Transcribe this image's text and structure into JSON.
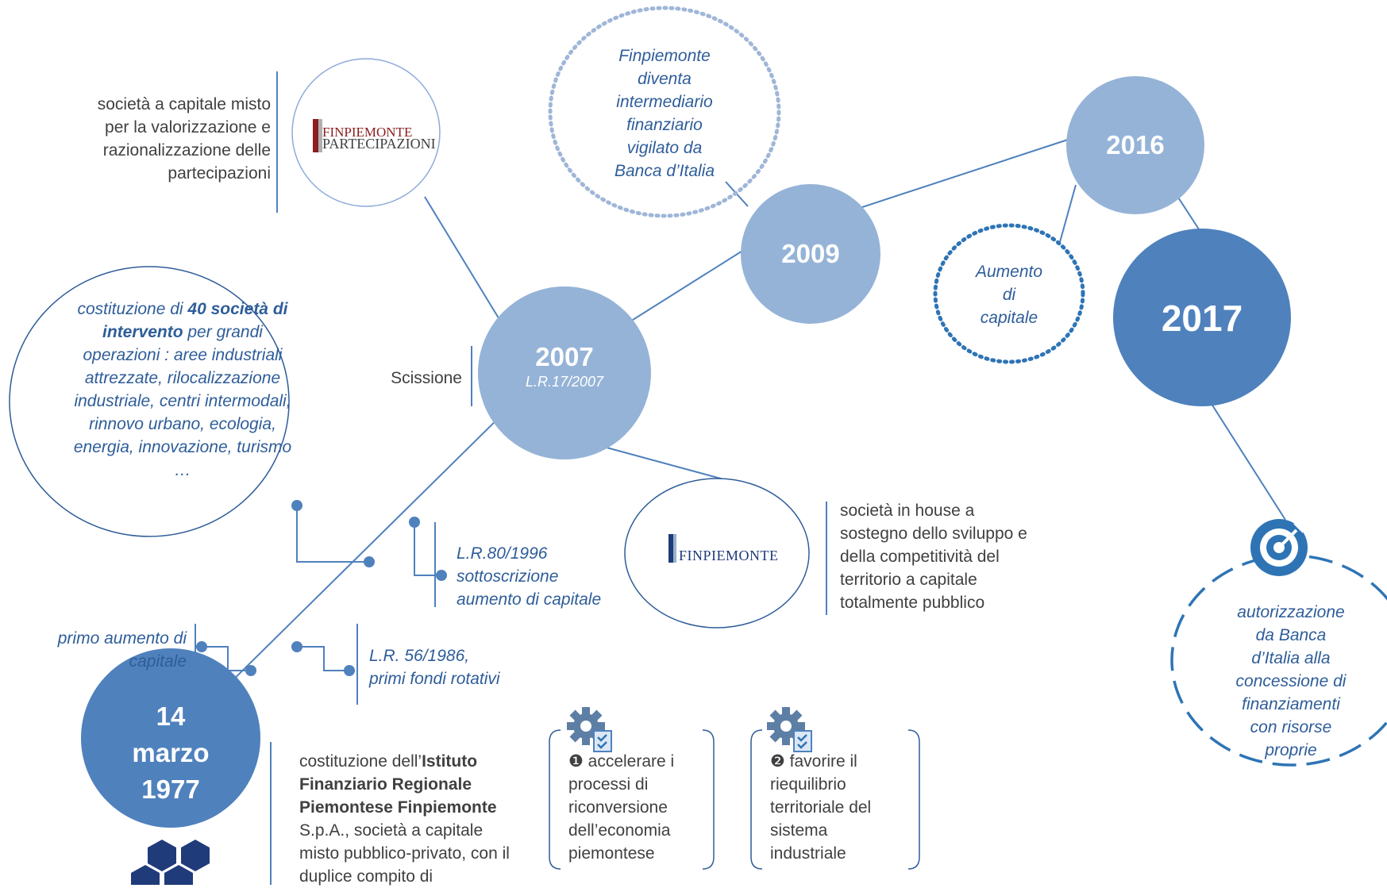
{
  "nodes": {
    "n1977": {
      "line1": "14",
      "line2": "marzo",
      "line3": "1977"
    },
    "n2007": {
      "year": "2007",
      "law": "L.R.17/2007"
    },
    "n2009": {
      "year": "2009"
    },
    "n2016": {
      "year": "2016"
    },
    "n2017": {
      "year": "2017"
    }
  },
  "annotations": {
    "partecipazioni_desc": [
      "società a capitale misto",
      "per la valorizzazione  e",
      "razionalizzazione delle",
      "partecipazioni"
    ],
    "partecipazioni_logo": {
      "line1": "FINPIEMONTE",
      "line2": "PARTECIPAZIONI"
    },
    "intermediario": [
      "Finpiemonte",
      "diventa",
      "intermediario",
      "finanziario",
      "vigilato da",
      "Banca d’Italia"
    ],
    "aumento_capitale": [
      "Aumento",
      "di",
      "capitale"
    ],
    "scissione": "Scissione",
    "societa_intervento": {
      "prefix": "costituzione di ",
      "bold": "40 società di intervento",
      "rest": "  per grandi operazioni : aree industriali attrezzate, rilocalizzazione industriale, centri intermodali, rinnovo urbano, ecologia, energia, innovazione, turismo …"
    },
    "lr80": [
      "L.R.80/1996",
      "sottoscrizione",
      "aumento di capitale"
    ],
    "primo_aumento": [
      "primo aumento di",
      "capitale"
    ],
    "lr56": [
      "L.R. 56/1986,",
      "primi fondi rotativi"
    ],
    "finpiemonte_logo": "FINPIEMONTE",
    "inhouse_desc": [
      "società in house a",
      "sostegno dello sviluppo e",
      "della competitività del",
      "territorio a capitale",
      "totalmente pubblico"
    ],
    "autorizzazione": [
      "autorizzazione",
      "da Banca",
      "d’Italia alla",
      "concessione di",
      "finanziamenti",
      "con risorse",
      "proprie"
    ],
    "costituzione": {
      "prefix": "costituzione dell’",
      "bold": "Istituto Finanziario Regionale Piemontese Finpiemonte",
      "rest": " S.p.A., società a capitale misto pubblico-privato, con il duplice compito di"
    },
    "goal1": {
      "bullet": "❶",
      "text": " accelerare i processi di riconversione dell’economia piemontese"
    },
    "goal2": {
      "bullet": "❷",
      "text": " favorire il riequilibrio territoriale del sistema industriale"
    }
  },
  "colors": {
    "light_node": "#95b3d7",
    "dark_node": "#4f81bd",
    "line": "#4f81bd",
    "text_blue": "#2e5d99",
    "dotted": "#2e74b5"
  }
}
